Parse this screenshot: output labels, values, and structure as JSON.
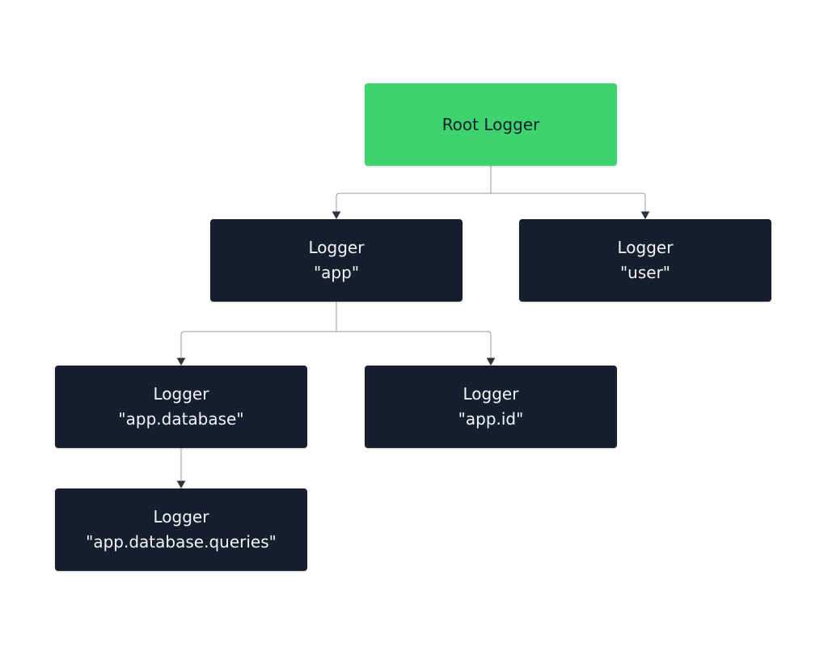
{
  "colors": {
    "background": "#ffffff",
    "root_fill": "#3dd36e",
    "root_text": "#15202e",
    "node_fill": "#171e2e",
    "node_text": "#f4f5f7",
    "connector": "#9b9b9b",
    "arrowhead": "#2b3240"
  },
  "nodes": {
    "root": {
      "label": "Root Logger"
    },
    "app": {
      "line1": "Logger",
      "line2": "\"app\""
    },
    "user": {
      "line1": "Logger",
      "line2": "\"user\""
    },
    "app_database": {
      "line1": "Logger",
      "line2": "\"app.database\""
    },
    "app_id": {
      "line1": "Logger",
      "line2": "\"app.id\""
    },
    "app_database_queries": {
      "line1": "Logger",
      "line2": "\"app.database.queries\""
    }
  },
  "edges": [
    {
      "from": "root",
      "to": "app"
    },
    {
      "from": "root",
      "to": "user"
    },
    {
      "from": "app",
      "to": "app_database"
    },
    {
      "from": "app",
      "to": "app_id"
    },
    {
      "from": "app_database",
      "to": "app_database_queries"
    }
  ]
}
